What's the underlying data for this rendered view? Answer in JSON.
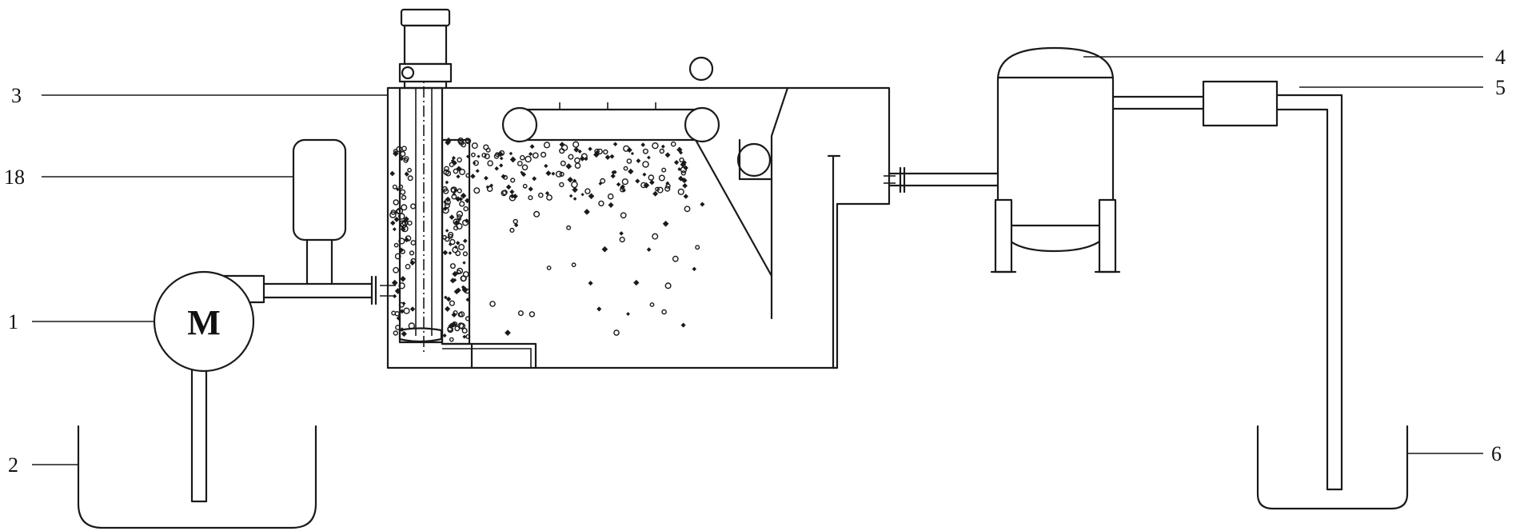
{
  "labels": {
    "l1": "1",
    "l2": "2",
    "l3": "3",
    "l4": "4",
    "l5": "5",
    "l6": "6",
    "l18": "18"
  },
  "motor_symbol": "M",
  "components": [
    {
      "id": "1",
      "name": "pump-motor"
    },
    {
      "id": "2",
      "name": "feed-tank"
    },
    {
      "id": "3",
      "name": "flotation-tank"
    },
    {
      "id": "4",
      "name": "pressure-vessel"
    },
    {
      "id": "5",
      "name": "inline-unit"
    },
    {
      "id": "6",
      "name": "receiving-tank"
    },
    {
      "id": "18",
      "name": "gas-cylinder"
    }
  ]
}
